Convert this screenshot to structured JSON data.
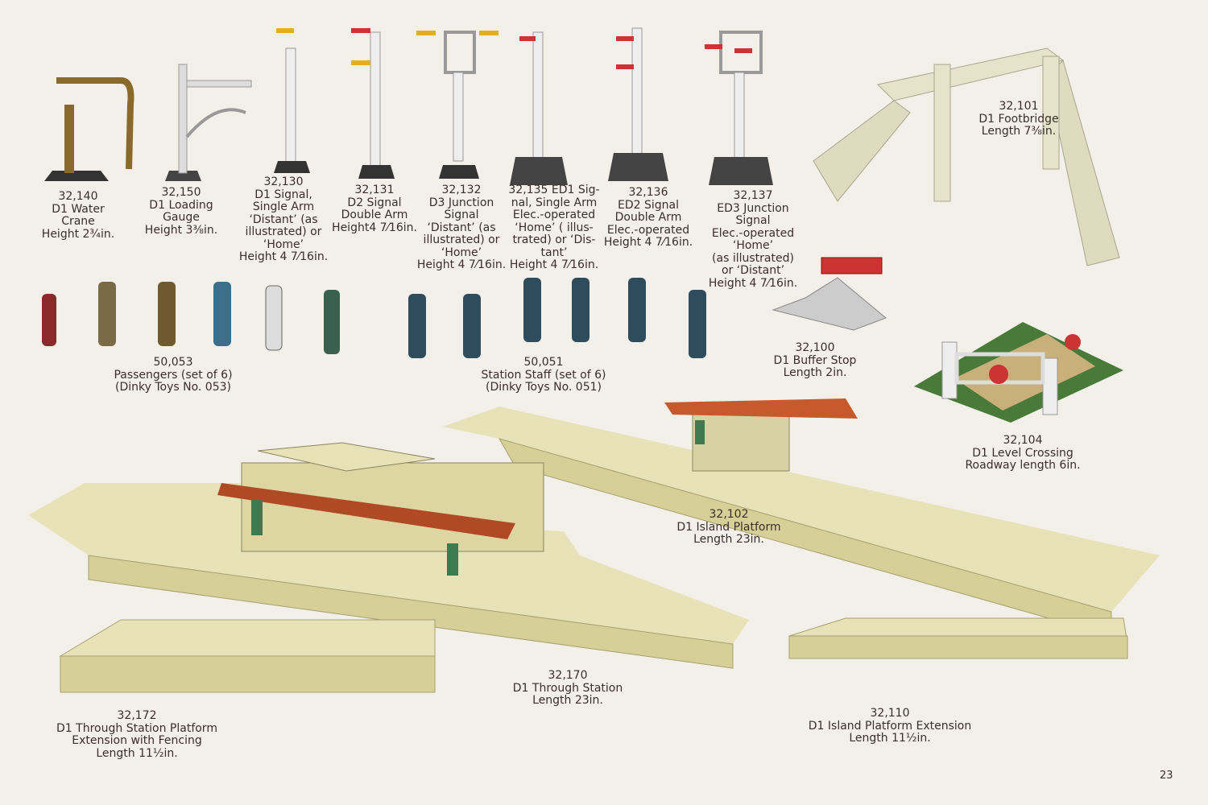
{
  "page_number": "23",
  "items": [
    {
      "id": "water-crane",
      "lines": [
        "32,140",
        "D1 Water",
        "Crane",
        "Height 2¾in."
      ]
    },
    {
      "id": "loading-gauge",
      "lines": [
        "32,150",
        "D1 Loading",
        "Gauge",
        "Height 3⅜in."
      ]
    },
    {
      "id": "d1-signal",
      "lines": [
        "32,130",
        "D1 Signal,",
        "Single Arm",
        "‘Distant’ (as",
        "illustrated) or",
        "‘Home’",
        "Height 4 7⁄16in."
      ]
    },
    {
      "id": "d2-signal",
      "lines": [
        "32,131",
        "D2 Signal",
        "Double Arm",
        "Height4 7⁄16in."
      ]
    },
    {
      "id": "d3-junction-signal",
      "lines": [
        "32,132",
        "D3 Junction",
        "Signal",
        "‘Distant’ (as",
        "illustrated) or",
        "‘Home’",
        "Height 4 7⁄16in."
      ]
    },
    {
      "id": "ed1-signal",
      "lines": [
        "32,135 ED1 Sig-",
        "nal, Single Arm",
        "Elec.-operated",
        "‘Home’ ( illus-",
        "trated) or ‘Dis-",
        "tant’",
        "Height 4 7⁄16in."
      ]
    },
    {
      "id": "ed2-signal",
      "lines": [
        "32,136",
        "ED2 Signal",
        "Double Arm",
        "Elec.-operated",
        "Height 4 7⁄16in."
      ]
    },
    {
      "id": "ed3-junction-signal",
      "lines": [
        "32,137",
        "ED3 Junction",
        "Signal",
        "Elec.-operated",
        "‘Home’",
        "(as illustrated)",
        "or ‘Distant’",
        "Height 4 7⁄16in."
      ]
    },
    {
      "id": "footbridge",
      "lines": [
        "32,101",
        "D1 Footbridge",
        "Length 7⅜in."
      ]
    },
    {
      "id": "buffer-stop",
      "lines": [
        "32,100",
        "D1 Buffer Stop",
        "Length 2in."
      ]
    },
    {
      "id": "passengers",
      "lines": [
        "50,053",
        "Passengers (set of 6)",
        "(Dinky Toys No. 053)"
      ]
    },
    {
      "id": "station-staff",
      "lines": [
        "50,051",
        "Station Staff (set of 6)",
        "(Dinky Toys No. 051)"
      ]
    },
    {
      "id": "level-crossing",
      "lines": [
        "32,104",
        "D1 Level Crossing",
        "Roadway length 6in."
      ]
    },
    {
      "id": "island-platform",
      "lines": [
        "32,102",
        "D1 Island Platform",
        "Length 23in."
      ]
    },
    {
      "id": "through-station",
      "lines": [
        "32,170",
        "D1 Through Station",
        "Length 23in."
      ]
    },
    {
      "id": "platform-extension-fencing",
      "lines": [
        "32,172",
        "D1 Through Station Platform",
        "Extension with Fencing",
        "Length 11½in."
      ]
    },
    {
      "id": "island-platform-extension",
      "lines": [
        "32,110",
        "D1 Island Platform Extension",
        "Length 11½in."
      ]
    }
  ]
}
